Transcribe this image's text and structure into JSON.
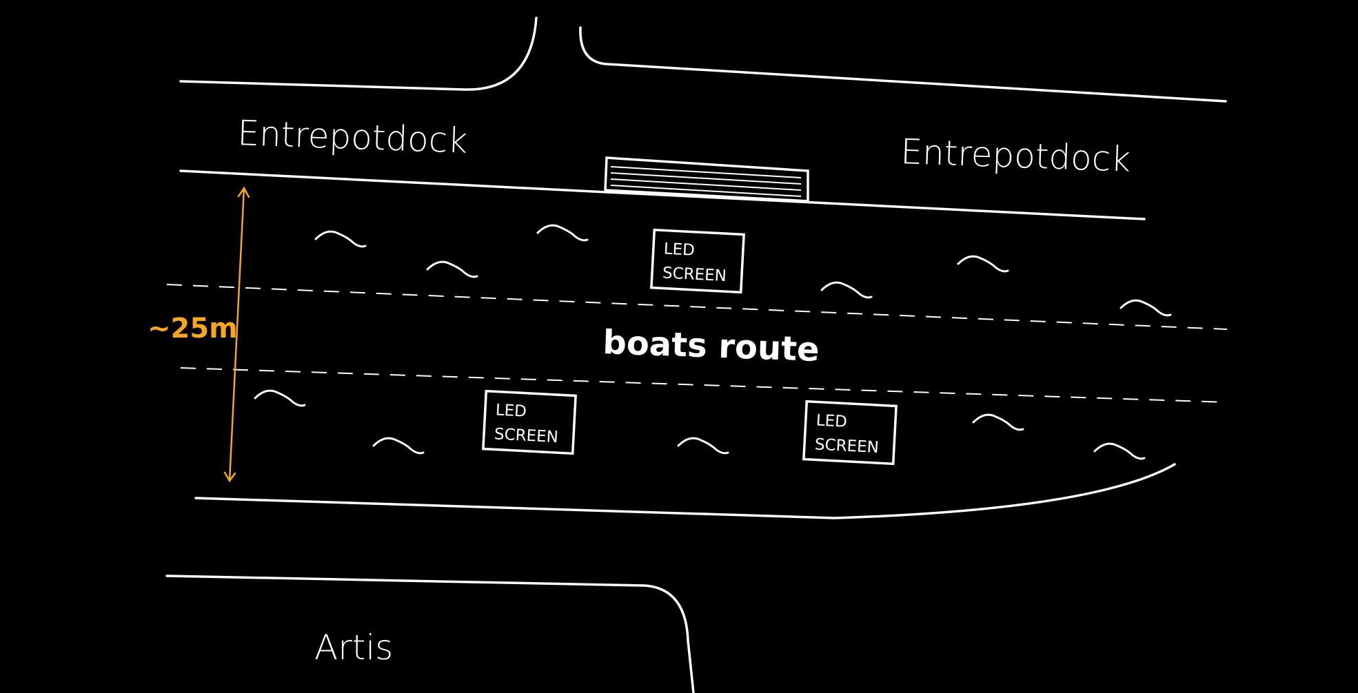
{
  "labels": {
    "dock_left": "Entrepotdock",
    "dock_right": "Entrepotdock",
    "route": "boats route",
    "zoo": "Artis",
    "width": "~25m"
  },
  "screens": [
    {
      "line1": "LED",
      "line2": "SCREEN"
    },
    {
      "line1": "LED",
      "line2": "SCREEN"
    },
    {
      "line1": "LED",
      "line2": "SCREEN"
    }
  ],
  "colors": {
    "background": "#000000",
    "lines": "#ffffff",
    "dimension": "#f5a623"
  }
}
